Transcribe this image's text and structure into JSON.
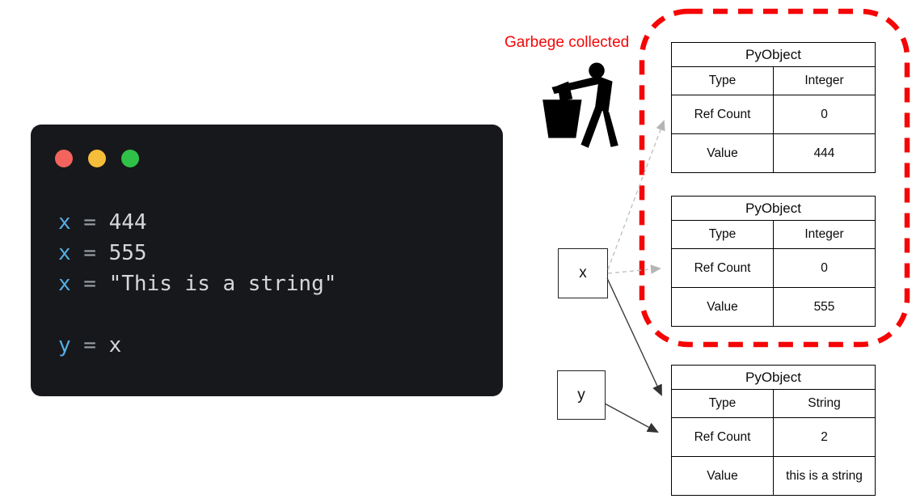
{
  "terminal": {
    "window_controls": [
      {
        "name": "close",
        "color": "#f4645d"
      },
      {
        "name": "minimize",
        "color": "#f6bd3a"
      },
      {
        "name": "zoom",
        "color": "#2fc148"
      }
    ],
    "code": [
      {
        "var": "x",
        "op": " = ",
        "value": "444"
      },
      {
        "var": "x",
        "op": " = ",
        "value": "555"
      },
      {
        "var": "x",
        "op": " = ",
        "value": "\"This is a string\""
      },
      {
        "var": "",
        "op": "",
        "value": ""
      },
      {
        "var": "y",
        "op": " = ",
        "value": "x"
      }
    ],
    "syntax_colors": {
      "variable": "#55aee6",
      "operator": "#9aa0a6",
      "value": "#d5d7d9"
    },
    "background": "#17181b"
  },
  "annotation": {
    "garbage_label": "Garbege collected",
    "label_color": "#f50707",
    "dashed_region_color": "#f50505",
    "icon": "tidyman-person-disposing-trash-icon"
  },
  "variable_boxes": [
    {
      "label": "x"
    },
    {
      "label": "y"
    }
  ],
  "tables": [
    {
      "title": "PyObject",
      "rows": [
        [
          "Type",
          "Integer"
        ],
        [
          "Ref Count",
          "0"
        ],
        [
          "Value",
          "444"
        ]
      ]
    },
    {
      "title": "PyObject",
      "rows": [
        [
          "Type",
          "Integer"
        ],
        [
          "Ref Count",
          "0"
        ],
        [
          "Value",
          "555"
        ]
      ]
    },
    {
      "title": "PyObject",
      "rows": [
        [
          "Type",
          "String"
        ],
        [
          "Ref Count",
          "2"
        ],
        [
          "Value",
          "this is a string"
        ]
      ]
    }
  ],
  "arrows": {
    "x_to_444": "dashed-gray",
    "x_to_555": "dashed-gray",
    "x_to_string": "solid-black",
    "y_to_string": "solid-black"
  }
}
